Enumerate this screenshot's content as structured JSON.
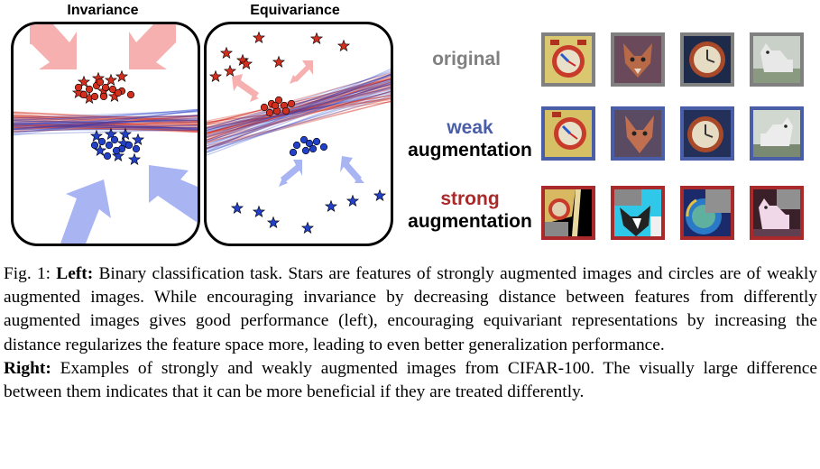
{
  "panels": {
    "invariance_title": "Invariance",
    "equivariance_title": "Equivariance"
  },
  "rows": {
    "original_label": "original",
    "weak_label_1": "weak",
    "weak_label_2": "augmentation",
    "strong_label_1": "strong",
    "strong_label_2": "augmentation"
  },
  "colors": {
    "original_border": "#808080",
    "weak_border": "#4a5ea8",
    "strong_border": "#a82a2a",
    "red_class": "#d22f1f",
    "blue_class": "#2340c8",
    "arrow_red": "#f6b0b0",
    "arrow_blue": "#a9b4f3"
  },
  "images": {
    "subjects": [
      "alarm-clock",
      "fox",
      "wall-clock",
      "wolf"
    ]
  },
  "caption": {
    "fig_label": "Fig. 1: ",
    "left_head": "Left:",
    "left_text": " Binary classification task. Stars are features of strongly augmented images and circles are of weakly augmented images. While encouraging invariance by decreasing distance between features from differently augmented images gives good performance (left), encouraging equivariant representations by increasing the distance regularizes the feature space more, leading to even better generalization performance.",
    "right_head": "Right:",
    "right_text": " Examples of strongly and weakly augmented images from CIFAR-100. The visually large difference between them indicates that it can be more beneficial if they are treated differently."
  }
}
